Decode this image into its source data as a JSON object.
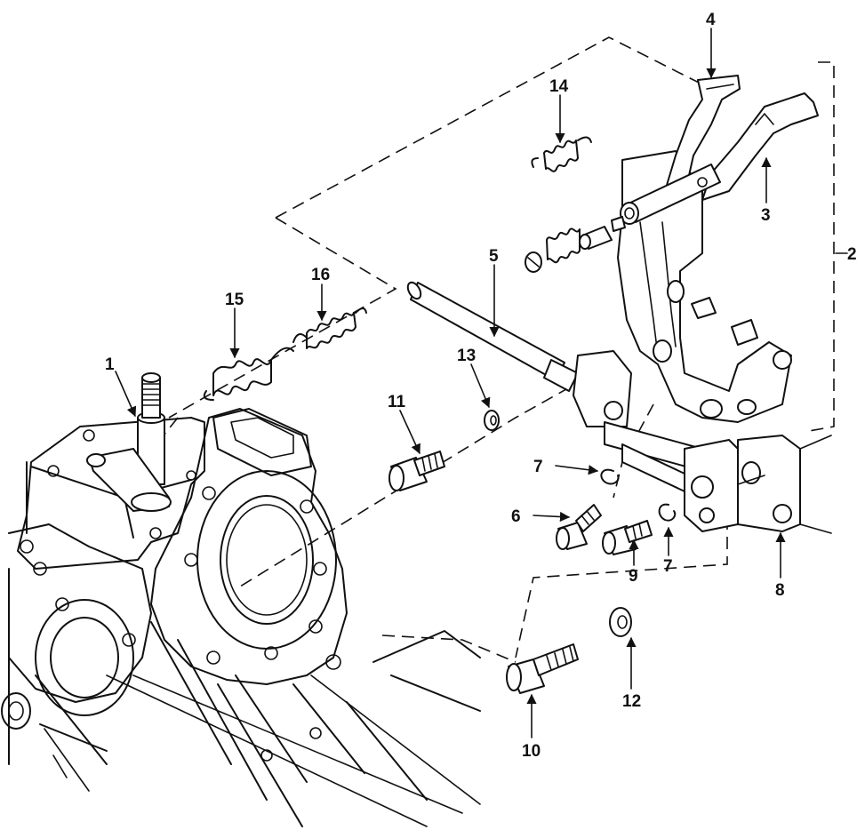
{
  "callouts": [
    {
      "id": "1",
      "label": "1"
    },
    {
      "id": "2",
      "label": "2"
    },
    {
      "id": "3",
      "label": "3"
    },
    {
      "id": "4",
      "label": "4"
    },
    {
      "id": "5",
      "label": "5"
    },
    {
      "id": "6",
      "label": "6"
    },
    {
      "id": "7a",
      "label": "7"
    },
    {
      "id": "7b",
      "label": "7"
    },
    {
      "id": "8",
      "label": "8"
    },
    {
      "id": "9",
      "label": "9"
    },
    {
      "id": "10",
      "label": "10"
    },
    {
      "id": "11",
      "label": "11"
    },
    {
      "id": "12",
      "label": "12"
    },
    {
      "id": "13",
      "label": "13"
    },
    {
      "id": "14",
      "label": "14"
    },
    {
      "id": "15",
      "label": "15"
    },
    {
      "id": "16",
      "label": "16"
    }
  ]
}
